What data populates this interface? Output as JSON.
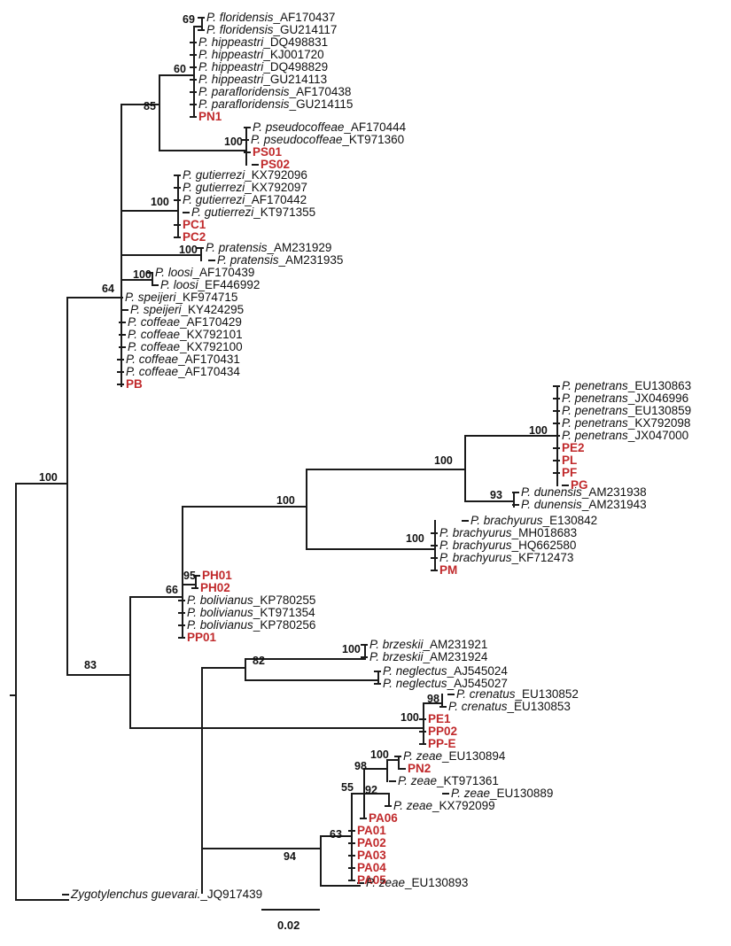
{
  "scale_bar_label": "0.02",
  "colors": {
    "branch": "#1a1a1a",
    "reference_taxon": "#111111",
    "sample": "#c0292b"
  },
  "tips": [
    {
      "species": "P. floridensis",
      "accession": "_AF170437"
    },
    {
      "species": "P. floridensis",
      "accession": "_GU214117"
    },
    {
      "species": "P. hippeastri",
      "accession": "_DQ498831"
    },
    {
      "species": "P. hippeastri",
      "accession": "_KJ001720"
    },
    {
      "species": "P. hippeastri",
      "accession": "_DQ498829"
    },
    {
      "species": "P. hippeastri",
      "accession": "_GU214113"
    },
    {
      "species": "P. parafloridensis",
      "accession": "_AF170438"
    },
    {
      "species": "P. parafloridensis",
      "accession": "_GU214115"
    },
    {
      "sample": "PN1"
    },
    {
      "species": "P. pseudocoffeae",
      "accession": "_AF170444"
    },
    {
      "species": "P. pseudocoffeae",
      "accession": "_KT971360"
    },
    {
      "sample": "PS01"
    },
    {
      "sample": "PS02"
    },
    {
      "species": "P. gutierrezi",
      "accession": "_KX792096"
    },
    {
      "species": "P. gutierrezi",
      "accession": "_KX792097"
    },
    {
      "species": "P. gutierrezi",
      "accession": "_AF170442"
    },
    {
      "species": "P. gutierrezi",
      "accession": "_KT971355"
    },
    {
      "sample": "PC1"
    },
    {
      "sample": "PC2"
    },
    {
      "species": "P. pratensis",
      "accession": "_AM231929"
    },
    {
      "species": "P. pratensis",
      "accession": "_AM231935"
    },
    {
      "species": "P. loosi",
      "accession": "_AF170439"
    },
    {
      "species": "P. loosi",
      "accession": "_EF446992"
    },
    {
      "species": "P. speijeri",
      "accession": "_KF974715"
    },
    {
      "species": "P. speijeri",
      "accession": "_KY424295"
    },
    {
      "species": "P. coffeae",
      "accession": "_AF170429"
    },
    {
      "species": "P. coffeae",
      "accession": "_KX792101"
    },
    {
      "species": "P. coffeae",
      "accession": "_KX792100"
    },
    {
      "species": "P. coffeae",
      "accession": "_AF170431"
    },
    {
      "species": "P. coffeae",
      "accession": "_AF170434"
    },
    {
      "sample": "PB"
    },
    {
      "species": "P. penetrans",
      "accession": "_EU130863"
    },
    {
      "species": "P. penetrans",
      "accession": "_JX046996"
    },
    {
      "species": "P. penetrans",
      "accession": "_EU130859"
    },
    {
      "species": "P. penetrans",
      "accession": "_KX792098"
    },
    {
      "species": "P. penetrans",
      "accession": "_JX047000"
    },
    {
      "sample": "PE2"
    },
    {
      "sample": "PL"
    },
    {
      "sample": "PF"
    },
    {
      "sample": "PG"
    },
    {
      "species": "P. dunensis",
      "accession": "_AM231938"
    },
    {
      "species": "P. dunensis",
      "accession": "_AM231943"
    },
    {
      "species": "P. brachyurus",
      "accession": "_E130842"
    },
    {
      "species": "P. brachyurus",
      "accession": "_MH018683"
    },
    {
      "species": "P. brachyurus",
      "accession": "_HQ662580"
    },
    {
      "species": "P. brachyurus",
      "accession": "_KF712473"
    },
    {
      "sample": "PM"
    },
    {
      "sample": "PH01"
    },
    {
      "sample": "PH02"
    },
    {
      "species": "P. bolivianus",
      "accession": "_KP780255"
    },
    {
      "species": "P. bolivianus",
      "accession": "_KT971354"
    },
    {
      "species": "P. bolivianus",
      "accession": "_KP780256"
    },
    {
      "sample": "PP01"
    },
    {
      "species": "P. brzeskii",
      "accession": "_AM231921"
    },
    {
      "species": "P. brzeskii",
      "accession": "_AM231924"
    },
    {
      "species": "P. neglectus",
      "accession": "_AJ545024"
    },
    {
      "species": "P. neglectus",
      "accession": "_AJ545027"
    },
    {
      "species": "P. crenatus",
      "accession": "_EU130852"
    },
    {
      "species": "P. crenatus",
      "accession": "_EU130853"
    },
    {
      "sample": "PE1"
    },
    {
      "sample": "PP02"
    },
    {
      "sample": "PP-E"
    },
    {
      "species": "P. zeae",
      "accession": "_EU130894"
    },
    {
      "sample": "PN2"
    },
    {
      "species": "P. zeae",
      "accession": "_KT971361"
    },
    {
      "species": "P. zeae",
      "accession": "_EU130889"
    },
    {
      "species": "P. zeae",
      "accession": "_KX792099"
    },
    {
      "sample": "PA06"
    },
    {
      "sample": "PA01"
    },
    {
      "sample": "PA02"
    },
    {
      "sample": "PA03"
    },
    {
      "sample": "PA04"
    },
    {
      "sample": "PA05"
    },
    {
      "species": "P. zeae",
      "accession": "_EU130893"
    },
    {
      "species": "Zygotylenchus guevarai.",
      "accession": "_JQ917439"
    }
  ],
  "support_values": [
    "69",
    "60",
    "85",
    "100",
    "100",
    "100",
    "100",
    "64",
    "100",
    "100",
    "93",
    "100",
    "100",
    "95",
    "66",
    "100",
    "82",
    "100",
    "98",
    "100",
    "98",
    "92",
    "55",
    "63",
    "94",
    "100",
    "83"
  ]
}
